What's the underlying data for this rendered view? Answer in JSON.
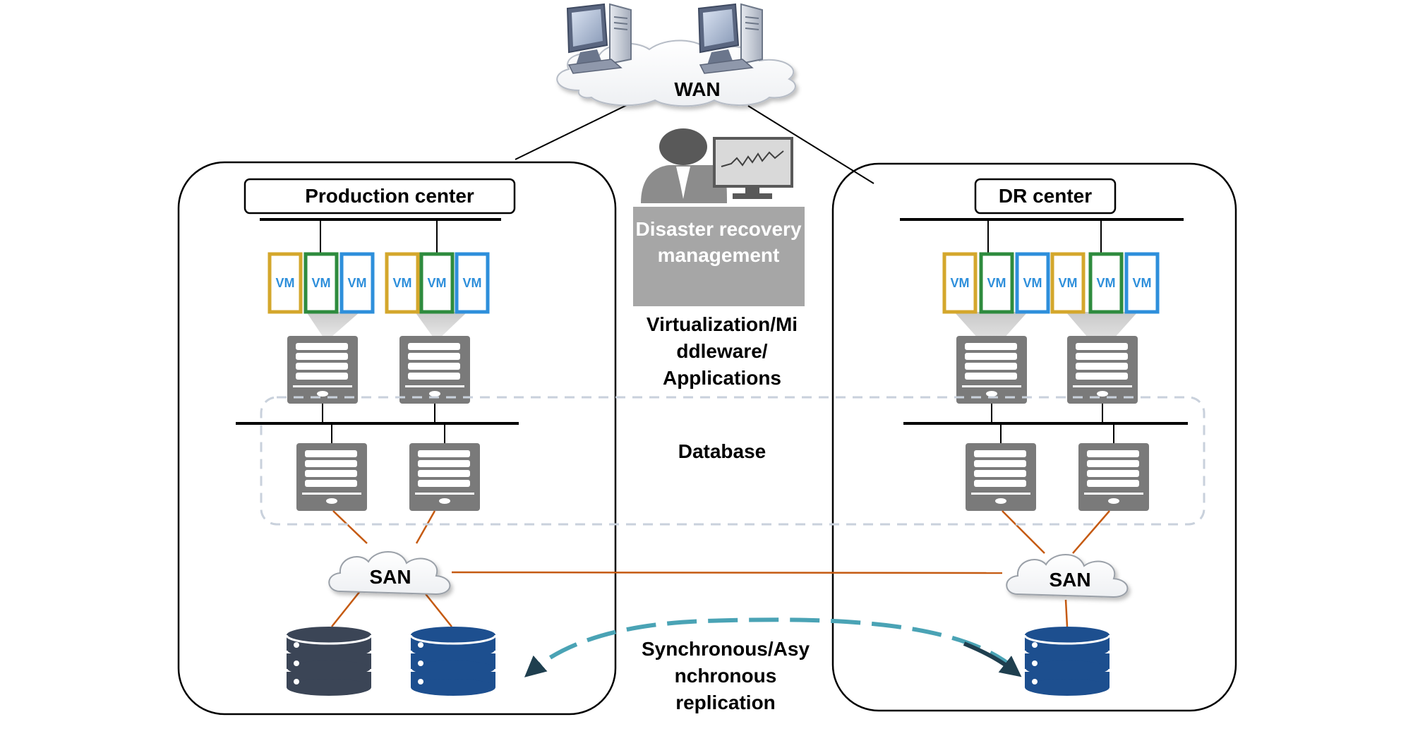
{
  "wan": {
    "label": "WAN",
    "icon": "desktop-computer-icon"
  },
  "production_center": {
    "title": "Production center",
    "san_label": "SAN"
  },
  "dr_center": {
    "title": "DR center",
    "san_label": "SAN"
  },
  "management": {
    "line1": "Disaster recovery",
    "line2": "management",
    "icon": "admin-monitor-icon"
  },
  "layers": {
    "virtualization": [
      "Virtualization/Mi",
      "ddleware/",
      "Applications"
    ],
    "database": "Database"
  },
  "replication": [
    "Synchronous/Asy",
    "nchronous",
    "replication"
  ],
  "vm_label": "VM",
  "colors": {
    "vm_yellow": "#d4a72c",
    "vm_green": "#2e8b3e",
    "vm_blue": "#2e8fdb",
    "server_gray": "#7a7a7a",
    "san_link": "#c55a11",
    "db_dark": "#3b4556",
    "db_blue": "#1d4f8f",
    "replication_teal": "#4aa3b5",
    "management_gray": "#a6a6a6"
  }
}
